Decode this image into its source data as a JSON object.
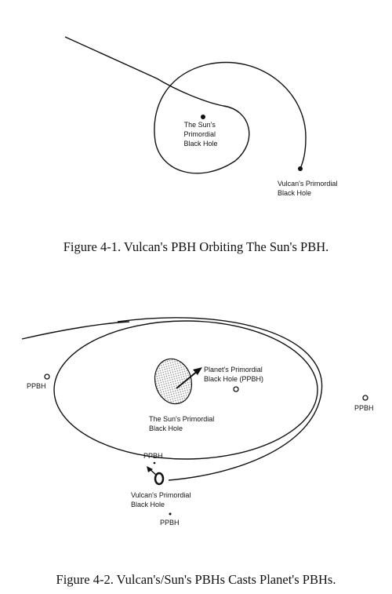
{
  "figure1": {
    "label_sun_pbh": [
      "The Sun's",
      "Primordial",
      "Black Hole"
    ],
    "label_vulcan_pbh": [
      "Vulcan's Primordial",
      "Black Hole"
    ],
    "caption": "Figure 4-1. Vulcan's PBH Orbiting The Sun's PBH."
  },
  "figure2": {
    "label_planet_pbh": [
      "Planet's Primordial",
      "Black Hole (PPBH)"
    ],
    "label_sun_pbh": [
      "The Sun's Primordial",
      "Black Hole"
    ],
    "label_vulcan_pbh": [
      "Vulcan's Primordial",
      "Black Hole"
    ],
    "label_ppbh_left": "PPBH",
    "label_ppbh_right": "PPBH",
    "label_ppbh_top": "PPBH",
    "label_ppbh_bottom": "PPBH",
    "caption": "Figure 4-2. Vulcan's/Sun's PBHs Casts Planet's PBHs."
  }
}
